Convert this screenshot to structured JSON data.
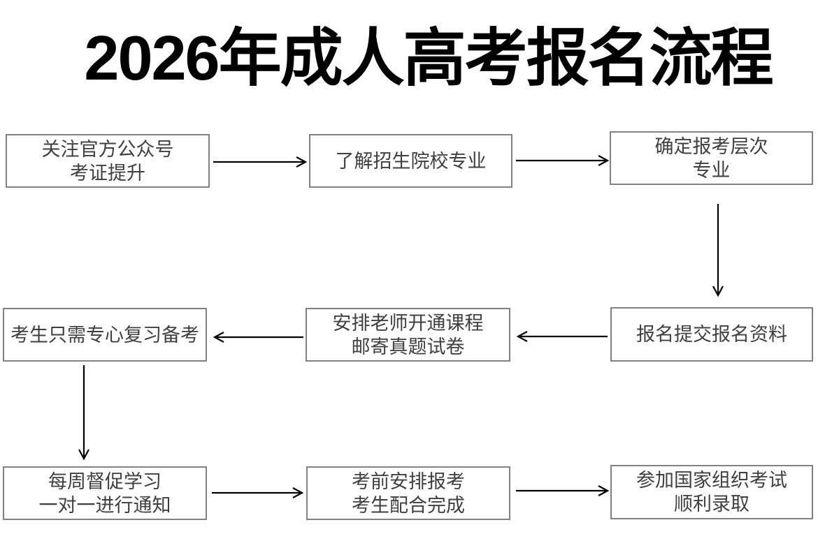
{
  "title": "2026年成人高考报名流程",
  "steps": [
    {
      "order": 1,
      "lines": [
        "关注官方公众号",
        "考证提升"
      ]
    },
    {
      "order": 2,
      "lines": [
        "了解招生院校专业"
      ]
    },
    {
      "order": 3,
      "lines": [
        "确定报考层次",
        "专业"
      ]
    },
    {
      "order": 4,
      "lines": [
        "报名提交报名资料"
      ]
    },
    {
      "order": 5,
      "lines": [
        "安排老师开通课程",
        "邮寄真题试卷"
      ]
    },
    {
      "order": 6,
      "lines": [
        "考生只需专心复习备考"
      ]
    },
    {
      "order": 7,
      "lines": [
        "每周督促学习",
        "一对一进行通知"
      ]
    },
    {
      "order": 8,
      "lines": [
        "考前安排报考",
        "考生配合完成"
      ]
    },
    {
      "order": 9,
      "lines": [
        "参加国家组织考试",
        "顺利录取"
      ]
    }
  ],
  "connections": [
    {
      "from": 1,
      "to": 2,
      "direction": "right"
    },
    {
      "from": 2,
      "to": 3,
      "direction": "right"
    },
    {
      "from": 3,
      "to": 4,
      "direction": "down"
    },
    {
      "from": 4,
      "to": 5,
      "direction": "left"
    },
    {
      "from": 5,
      "to": 6,
      "direction": "left"
    },
    {
      "from": 6,
      "to": 7,
      "direction": "down"
    },
    {
      "from": 7,
      "to": 8,
      "direction": "right"
    },
    {
      "from": 8,
      "to": 9,
      "direction": "right"
    }
  ],
  "colors": {
    "background": "#ffffff",
    "title_text": "#000000",
    "box_border": "#818181",
    "box_fill": "#ffffff",
    "box_text": "#3f3f3f",
    "arrow": "#000000"
  }
}
